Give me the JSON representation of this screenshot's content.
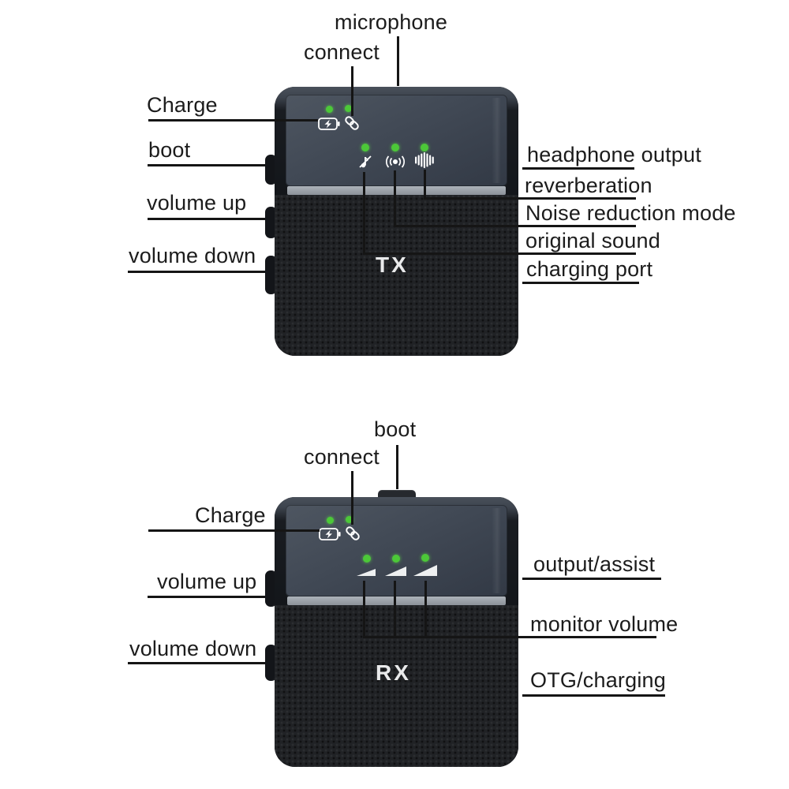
{
  "colors": {
    "background": "#ffffff",
    "callout_line": "#151515",
    "led_green": "#4cc838",
    "device_body": "#13161a",
    "screen_panel": "#414955",
    "panel_strip": "#9aa0a8",
    "leather": "#202225",
    "label_text": "#1c1c1c",
    "device_label_text": "#e9eaeb"
  },
  "tx": {
    "device_label": "TX",
    "top_status_leds": 2,
    "mode_leds": 3,
    "indicator_icons": [
      "battery-charge-icon",
      "link-icon",
      "muted-note-icon",
      "broadcast-signal-icon",
      "sound-wave-icon"
    ],
    "callouts": {
      "microphone": "microphone",
      "connect": "connect",
      "charge": "Charge",
      "boot": "boot",
      "volume_up": "volume up",
      "volume_down": "volume down",
      "headphone_output": "headphone output",
      "reverberation": "reverberation",
      "noise_reduction_mode": "Noise reduction mode",
      "original_sound": "original sound",
      "charging_port": "charging port"
    }
  },
  "rx": {
    "device_label": "RX",
    "top_status_leds": 2,
    "mode_leds": 3,
    "indicator_icons": [
      "battery-charge-icon",
      "link-icon",
      "volume-low-icon",
      "volume-mid-icon",
      "volume-high-icon"
    ],
    "callouts": {
      "boot": "boot",
      "connect": "connect",
      "charge": "Charge",
      "volume_up": "volume up",
      "volume_down": "volume down",
      "output_assist": "output/assist",
      "monitor_volume": "monitor volume",
      "otg_charging": "OTG/charging"
    }
  }
}
